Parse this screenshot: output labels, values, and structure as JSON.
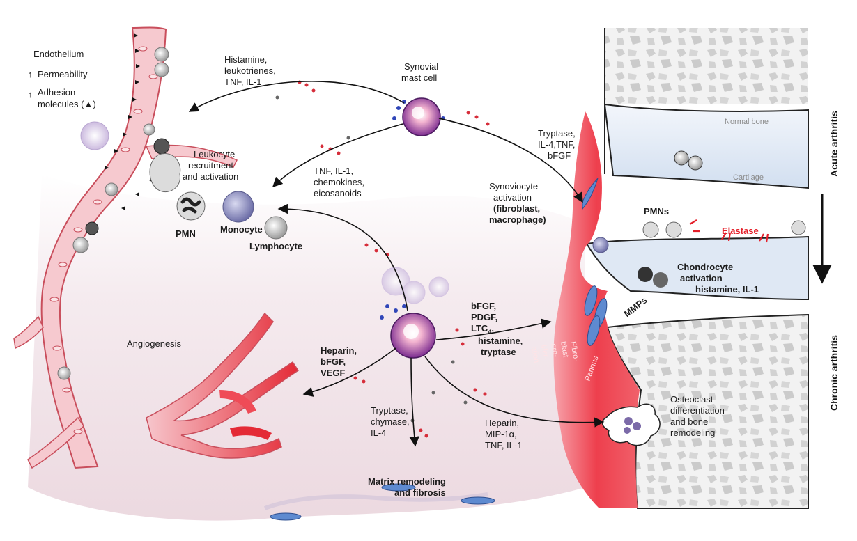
{
  "labels": {
    "endothelium": "Endothelium",
    "permeability": "Permeability",
    "adhesion_1": "Adhesion",
    "adhesion_2": "molecules (▲)",
    "histamine_1": "Histamine,",
    "histamine_2": "leukotrienes,",
    "histamine_3": "TNF, IL-1",
    "mast_cell_1": "Synovial",
    "mast_cell_2": "mast cell",
    "leukocyte_1": "Leukocyte",
    "leukocyte_2": "recruitment",
    "leukocyte_3": "and activation",
    "tnf_1": "TNF, IL-1,",
    "tnf_2": "chemokines,",
    "tnf_3": "eicosanoids",
    "pmn": "PMN",
    "monocyte": "Monocyte",
    "lymphocyte": "Lymphocyte",
    "tryptase_1": "Tryptase,",
    "tryptase_2": "IL-4,TNF,",
    "tryptase_3": "bFGF",
    "synoviocyte_1": "Synoviocyte",
    "synoviocyte_2": "activation",
    "synoviocyte_3": "(fibroblast,",
    "synoviocyte_4": "macrophage)",
    "normal_bone": "Normal bone",
    "cartilage": "Cartilage",
    "pmns": "PMNs",
    "elastase": "Elastase",
    "chondrocyte_1": "Chondrocyte",
    "chondrocyte_2": "activation",
    "chondrocyte_3": "histamine, IL-1",
    "mmps": "MMPs",
    "acute": "Acute arthritis",
    "chronic": "Chronic arthritis",
    "angiogenesis": "Angiogenesis",
    "heparin_a_1": "Heparin,",
    "heparin_a_2": "bFGF,",
    "heparin_a_3": "VEGF",
    "bfgf_1": "bFGF,",
    "bfgf_2": "PDGF,",
    "bfgf_3": "LTC",
    "bfgf_3_sub": "4",
    "bfgf_3_tail": ",",
    "bfgf_4": "histamine,",
    "bfgf_5": "tryptase",
    "fibro_1": "Fibro-",
    "fibro_2": "blast",
    "fibro_3": "pro-",
    "fibro_4": "lifer-",
    "fibro_5": "ation",
    "pannus": "Pannus",
    "osteoclast_1": "Osteoclast",
    "osteoclast_2": "differentiation",
    "osteoclast_3": "and bone",
    "osteoclast_4": "remodeling",
    "tryptase_b_1": "Tryptase,",
    "tryptase_b_2": "chymase,",
    "tryptase_b_3": "IL-4",
    "heparin_b_1": "Heparin,",
    "heparin_b_2": "MIP-1α,",
    "heparin_b_3": "TNF, IL-1",
    "matrix_1": "Matrix remodeling",
    "matrix_2": "and fibrosis"
  },
  "colors": {
    "tissue": "#f0e2e7",
    "vessel": "#f6c9cf",
    "vessel_edge": "#c94e5c",
    "inflamed": "#ef4b57",
    "granule_red": "#d62d3a",
    "granule_blue": "#3046b8",
    "mast_core": "#c23a7a",
    "bone": "#e9e9e9",
    "cartilage": "#dfe8f4"
  }
}
